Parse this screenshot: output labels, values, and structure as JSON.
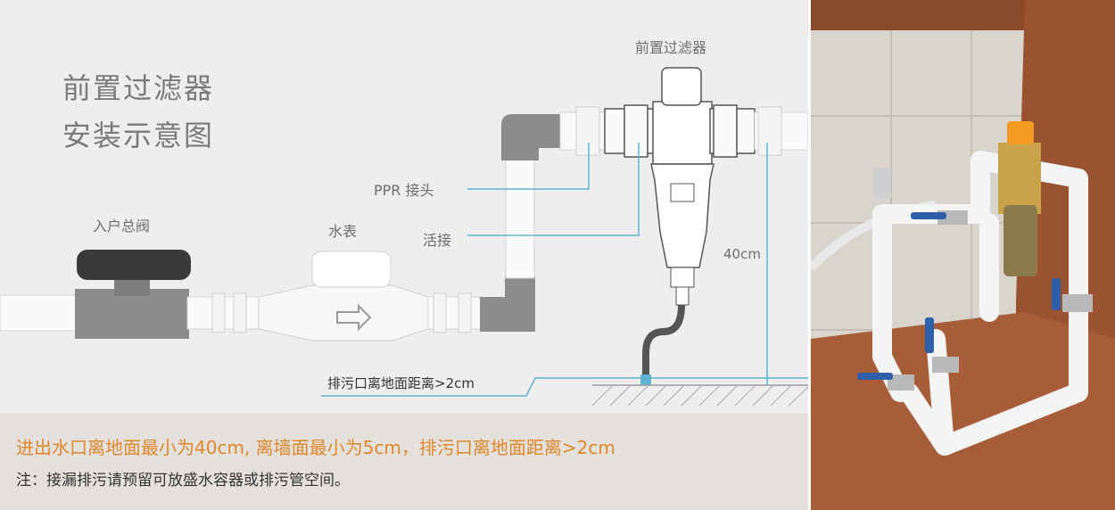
{
  "title": {
    "line1": "前置过滤器",
    "line2": "安装示意图"
  },
  "labels": {
    "main_valve": "入户总阀",
    "water_meter": "水表",
    "prefilter": "前置过滤器",
    "ppr_joint": "PPR 接头",
    "union": "活接",
    "height": "40cm",
    "drain": "排污口离地面距离>2cm"
  },
  "notes": {
    "main": "进出水口离地面最小为40cm, 离墙面最小为5cm，排污口离地面距离>2cm",
    "sub": "注：接漏排污请预留可放盛水容器或排污管空间。"
  },
  "colors": {
    "accent": "#e0872b",
    "leader_line": "#5fb3d2",
    "pipe_white": "#fafafa",
    "pipe_grey": "#8c8c8c",
    "valve_handle": "#3a3a3a",
    "photo_valve_orange": "#f39b22",
    "photo_valve_blue": "#2f5fa8"
  }
}
